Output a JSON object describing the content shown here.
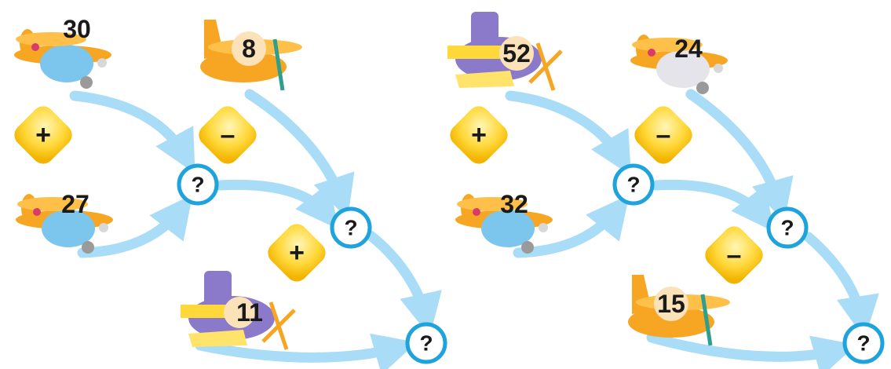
{
  "colors": {
    "arrow": "#a9dcf6",
    "ring": "#1ea3dc",
    "operator_fill": "#ffd83a",
    "plane_orange": "#f6a623",
    "plane_blue": "#7cc6ee",
    "plane_purple": "#8b79c9",
    "plane_yellow": "#ffd83a"
  },
  "puzzles": [
    {
      "planes": [
        {
          "value": "30",
          "style": "orange-blue-biplane"
        },
        {
          "value": "27",
          "style": "orange-blue-biplane"
        },
        {
          "value": "8",
          "style": "orange-monoplane"
        },
        {
          "value": "11",
          "style": "yellow-purple-plane"
        }
      ],
      "operators": [
        "+",
        "–",
        "+"
      ],
      "unknowns": [
        "?",
        "?",
        "?"
      ]
    },
    {
      "planes": [
        {
          "value": "52",
          "style": "yellow-purple-plane"
        },
        {
          "value": "32",
          "style": "orange-blue-biplane"
        },
        {
          "value": "24",
          "style": "orange-blue-biplane"
        },
        {
          "value": "15",
          "style": "orange-monoplane"
        }
      ],
      "operators": [
        "+",
        "–",
        "–"
      ],
      "unknowns": [
        "?",
        "?",
        "?"
      ]
    }
  ]
}
